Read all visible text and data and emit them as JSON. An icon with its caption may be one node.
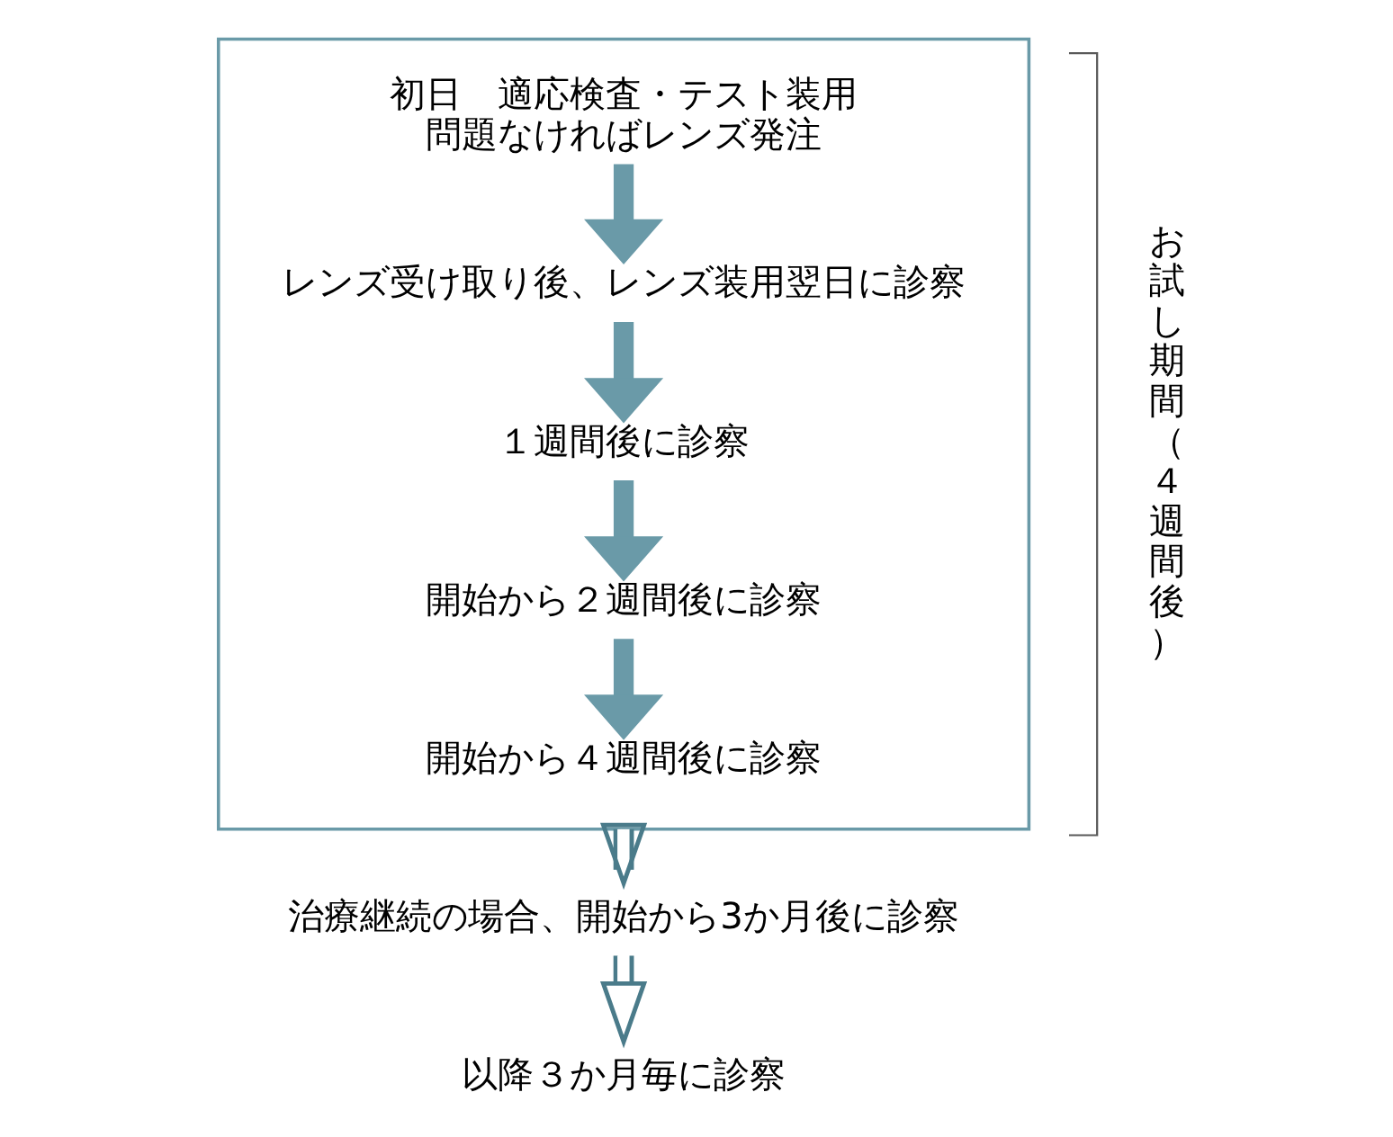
{
  "diagram": {
    "nodes": [
      {
        "text": [],
        "shape": "box",
        "beside": [
          "お試し期間（４週間後）"
        ]
      },
      {
        "text": [
          "初日　適応検査・テスト装用",
          "問題なければレンズ発注"
        ],
        "in": 0
      },
      {
        "text": [
          "レンズ受け取り後、レンズ装用翌日に診察"
        ],
        "in": 0
      },
      {
        "text": [
          "１週間後に診察"
        ],
        "in": 0
      },
      {
        "text": [
          "開始から２週間後に診察"
        ],
        "in": 0
      },
      {
        "text": [
          "開始から４週間後に診察"
        ],
        "in": 0
      },
      {
        "text": [
          "治療継続の場合、開始から3か月後に診察"
        ]
      },
      {
        "text": [
          "以降３か月毎に診察"
        ]
      }
    ],
    "edges": [
      {
        "from": 1,
        "to": 2,
        "arrow": "to"
      },
      {
        "from": 2,
        "to": 3,
        "arrow": "to"
      },
      {
        "from": 3,
        "to": 4,
        "arrow": "to"
      },
      {
        "from": 4,
        "to": 5,
        "arrow": "to"
      },
      {
        "from": 0,
        "to": 6,
        "arrow": "to",
        "color": "#4a7b8a"
      },
      {
        "from": 6,
        "to": 7,
        "arrow": "to",
        "color": "#4a7b8a"
      }
    ]
  }
}
